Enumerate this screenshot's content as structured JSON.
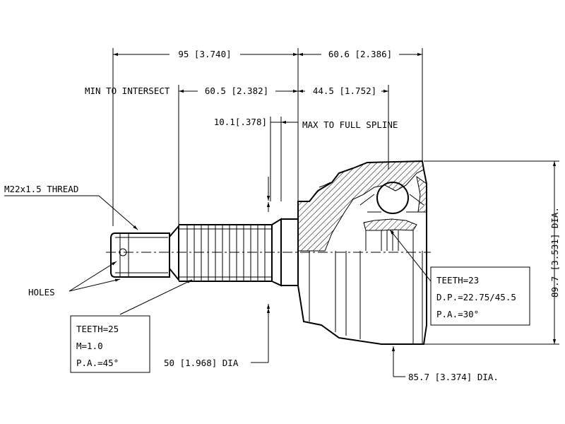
{
  "dimensions": {
    "overall_left": "95 [3.740]",
    "overall_right": "60.6 [2.386]",
    "min_intersect": "MIN TO INTERSECT",
    "stem_length": "60.5 [2.382]",
    "joint_offset": "44.5 [1.752]",
    "max_spline_value": "10.1[.378]",
    "max_spline_text": "MAX TO FULL SPLINE",
    "thread": "M22x1.5 THREAD",
    "holes": "HOLES",
    "seal_dia": "50 [1.968] DIA",
    "body_dia": "85.7 [3.374] DIA.",
    "outer_dia": "89.7 [3.531] DIA."
  },
  "spline_outer": {
    "teeth": "TEETH=25",
    "module": "M=1.0",
    "pressure_angle": "P.A.=45°"
  },
  "spline_inner": {
    "teeth": "TEETH=23",
    "pitch_dia": "D.P.=22.75/45.5",
    "pressure_angle": "P.A.=30°"
  }
}
